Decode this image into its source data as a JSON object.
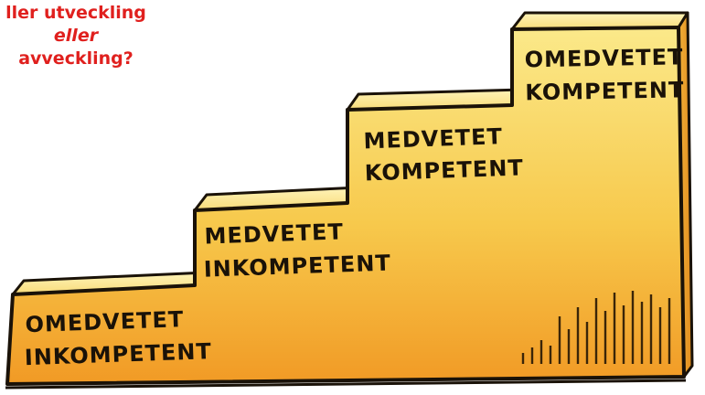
{
  "caption": {
    "line1": "ller utveckling",
    "line2": "eller",
    "line3": "avveckling?"
  },
  "steps": [
    {
      "line1": "OMEDVETET",
      "line2": "INKOMPETENT"
    },
    {
      "line1": "MEDVETET",
      "line2": "INKOMPETENT"
    },
    {
      "line1": "MEDVETET",
      "line2": "KOMPETENT"
    },
    {
      "line1": "OMEDVETET",
      "line2": "KOMPETENT"
    }
  ],
  "colors": {
    "caption": "#e0201e",
    "stair_light": "#f9e27a",
    "stair_dark": "#f2a52a",
    "outline": "#1a1208"
  }
}
